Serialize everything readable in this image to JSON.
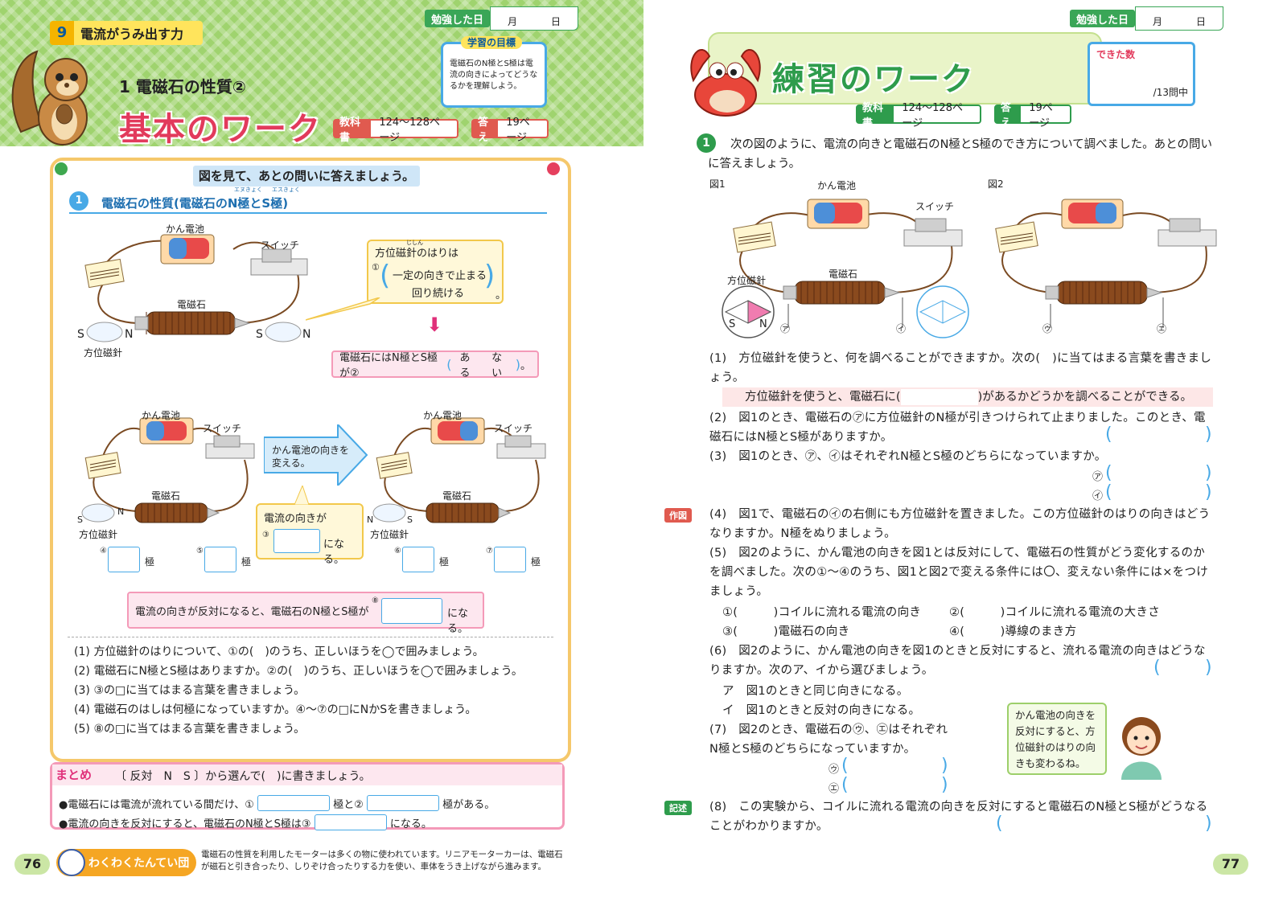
{
  "left": {
    "unit_label": "電流がうみ出す力",
    "unit_num": "9",
    "section_title": "1 電磁石の性質②",
    "work_title": "基本のワーク",
    "studied_label": "勉強した日",
    "month": "月",
    "day": "日",
    "goal_title": "学習の目標",
    "goal_text": "電磁石のN極とS極は電流の向きによってどうなるかを理解しよう。",
    "textbook_key": "教科書",
    "textbook_pages": "124～128ページ",
    "answer_key": "答え",
    "answer_page": "19ページ",
    "instruction": "図を見て、あとの問いに答えましょう。",
    "q1_title": "電磁石の性質(電磁石のN極とS極)",
    "ruby_n": "エヌきょく",
    "ruby_s": "エスきょく",
    "label_battery": "かん電池",
    "label_switch": "スイッチ",
    "label_magnet": "電磁石",
    "label_compass": "方位磁針",
    "label_s": "S",
    "label_n": "N",
    "callout1_head": "方位磁針のはりは",
    "callout1_ruby": "じしん",
    "callout1_circle": "①",
    "callout1_opt1": "一定の向きで止まる",
    "callout1_opt2": "回り続ける",
    "callout1_end": "。",
    "box2_text": "電磁石にはN極とS極が②",
    "box2_opt1": "ある",
    "box2_opt2": "ない",
    "box2_end": "。",
    "arrow_text": "かん電池の向きを変える。",
    "box3_head": "電流の向きが",
    "box3_circle": "③",
    "box3_end": "になる。",
    "pole_4": "④",
    "pole_5": "⑤",
    "pole_6": "⑥",
    "pole_7": "⑦",
    "pole_label": "極",
    "box8_text": "電流の向きが反対になると、電磁石のN極とS極が",
    "box8_circle": "⑧",
    "box8_end": "になる。",
    "questions": [
      {
        "n": "(1)",
        "t": "方位磁針のはりについて、①の(　)のうち、正しいほうを◯で囲みましょう。"
      },
      {
        "n": "(2)",
        "t": "電磁石にN極とS極はありますか。②の(　)のうち、正しいほうを◯で囲みましょう。"
      },
      {
        "n": "(3)",
        "t": "③の□に当てはまる言葉を書きましょう。"
      },
      {
        "n": "(4)",
        "t": "電磁石のはしは何極になっていますか。④～⑦の□にNかSを書きましょう。"
      },
      {
        "n": "(5)",
        "t": "⑧の□に当てはまる言葉を書きましょう。"
      }
    ],
    "matome_label": "まとめ",
    "matome_instr": "〔 反対　N　S 〕から選んで(　)に書きましょう。",
    "matome_1a": "●電磁石には電流が流れている間だけ、①",
    "matome_1b": "極と②",
    "matome_1c": "極がある。",
    "matome_2a": "●電流の向きを反対にすると、電磁石のN極とS極は③",
    "matome_2b": "になる。",
    "page_num": "76",
    "footer_brand": "わくわくたんてい団",
    "footer_text": "電磁石の性質を利用したモーターは多くの物に使われています。リニアモーターカーは、電磁石が磁石と引き合ったり、しりぞけ合ったりする力を使い、車体をうき上げながら進みます。"
  },
  "right": {
    "work_title": "練習のワーク",
    "studied_label": "勉強した日",
    "month": "月",
    "day": "日",
    "score_label": "できた数",
    "score_total": "/13問中",
    "textbook_key": "教科書",
    "textbook_pages": "124～128ページ",
    "answer_key": "答え",
    "answer_page": "19ページ",
    "q_number": "1",
    "intro": "次の図のように、電流の向きと電磁石のN極とS極のでき方について調べました。あとの問いに答えましょう。",
    "fig1": "図1",
    "fig2": "図2",
    "label_battery": "かん電池",
    "label_switch": "スイッチ",
    "label_magnet": "電磁石",
    "label_compass": "方位磁針",
    "label_s": "S",
    "label_n": "N",
    "mark_a": "㋐",
    "mark_i": "㋑",
    "mark_u": "㋒",
    "mark_e": "㋓",
    "q1": "(1)　方位磁針を使うと、何を調べることができますか。次の(　)に当てはまる言葉を書きましょう。",
    "q1_fill_a": "方位磁針を使うと、電磁石に(",
    "q1_fill_b": ")があるかどうかを調べることができる。",
    "q2": "(2)　図1のとき、電磁石の㋐に方位磁針のN極が引きつけられて止まりました。このとき、電磁石にはN極とS極がありますか。",
    "q3": "(3)　図1のとき、㋐、㋑はそれぞれN極とS極のどちらになっていますか。",
    "sakuzu": "作図",
    "q4": "(4)　図1で、電磁石の㋑の右側にも方位磁針を置きました。この方位磁針のはりの向きはどうなりますか。N極をぬりましょう。",
    "q5": "(5)　図2のように、かん電池の向きを図1とは反対にして、電磁石の性質がどう変化するのかを調べました。次の①～④のうち、図1と図2で変える条件には〇、変えない条件には×をつけましょう。",
    "q5_opts": [
      "①(　　　)コイルに流れる電流の向き",
      "②(　　　)コイルに流れる電流の大きさ",
      "③(　　　)電磁石の向き",
      "④(　　　)導線のまき方"
    ],
    "q6": "(6)　図2のように、かん電池の向きを図1のときと反対にすると、流れる電流の向きはどうなりますか。次のア、イから選びましょう。",
    "q6_a": "ア　図1のときと同じ向きになる。",
    "q6_i": "イ　図1のときと反対の向きになる。",
    "q7": "(7)　図2のとき、電磁石の㋒、㋓はそれぞれN極とS極のどちらになっていますか。",
    "hint": "かん電池の向きを反対にすると、方位磁針のはりの向きも変わるね。",
    "kijutsu": "記述",
    "q8": "(8)　この実験から、コイルに流れる電流の向きを反対にすると電磁石のN極とS極がどうなることがわかりますか。",
    "page_num": "77"
  }
}
